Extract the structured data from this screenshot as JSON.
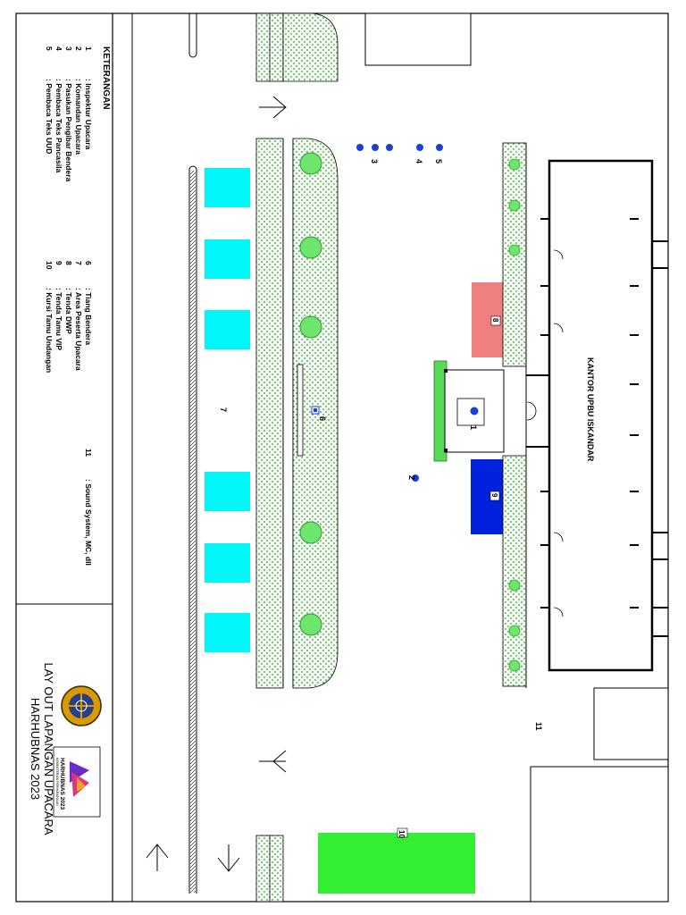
{
  "legend": {
    "heading": "KETERANGAN",
    "items": [
      {
        "num": "1",
        "text": ": Inspektur Upacara"
      },
      {
        "num": "2",
        "text": ": Komandan Upacara"
      },
      {
        "num": "3",
        "text": ": Pasukan Pengibar Bendera"
      },
      {
        "num": "4",
        "text": ": Pembaca Teks Pancasila"
      },
      {
        "num": "5",
        "text": ": Pembaca Teks UUD"
      },
      {
        "num": "6",
        "text": ": Tiang Bendera"
      },
      {
        "num": "7",
        "text": ": Area Peserta Upacara"
      },
      {
        "num": "8",
        "text": ": Tenda DWP"
      },
      {
        "num": "9",
        "text": ": Tenda Tamu VIP"
      },
      {
        "num": "10",
        "text": ": Kursi Tamu Undangan"
      },
      {
        "num": "11",
        "text": ": Sound System, MC, dll"
      }
    ]
  },
  "title": {
    "line1": "LAY OUT LAPANGAN UPACARA",
    "line2": "HARHUBNAS 2023"
  },
  "logo_text": {
    "main": "HARHUBNAS 2023",
    "sub": "KEMENTERIAN PERHUBUNGAN"
  },
  "building_label": "KANTOR UPBU ISKANDAR",
  "map_labels": {
    "n1": "1",
    "n2": "2",
    "n3": "3",
    "n4": "4",
    "n5": "5",
    "n6": "6",
    "n7": "7",
    "n8": "8",
    "n9": "9",
    "n10": "10",
    "n11": "11"
  },
  "colors": {
    "tent_dwp": "#f08080",
    "tent_vip": "#0022dd",
    "guest_chairs": "#33ee33",
    "participant_blocks": "#00f7f7",
    "marker": "#1a3fe0",
    "green_strip": "#d9ecd5"
  }
}
